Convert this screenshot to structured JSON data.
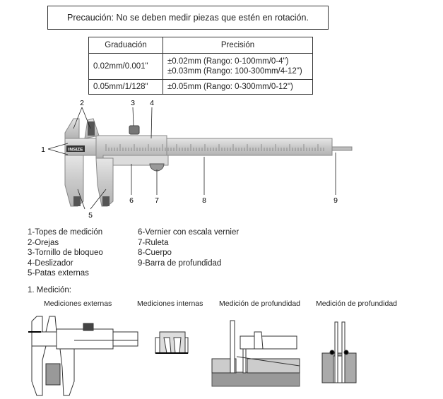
{
  "caution": "Precaución: No se deben medir piezas que estén en rotación.",
  "spec_table": {
    "headers": [
      "Graduación",
      "Precisión"
    ],
    "rows": [
      {
        "graduation": "0.02mm/0.001\"",
        "precision": [
          "±0.02mm (Rango: 0-100mm/0-4\")",
          "±0.03mm (Rango: 100-300mm/4-12\")"
        ]
      },
      {
        "graduation": "0.05mm/1/128\"",
        "precision": [
          "±0.05mm (Rango: 0-300mm/0-12\")"
        ]
      }
    ]
  },
  "callouts": [
    "1",
    "2",
    "3",
    "4",
    "5",
    "6",
    "7",
    "8",
    "9"
  ],
  "caliper_brand": "INSIZE",
  "parts_left": [
    "1-Topes de medición",
    "2-Orejas",
    "3-Tornillo de bloqueo",
    "4-Deslizador",
    "5-Patas externas"
  ],
  "parts_right": [
    "6-Vernier con escala vernier",
    "7-Ruleta",
    "8-Cuerpo",
    "9-Barra de profundidad"
  ],
  "section_title": "1. Medición:",
  "measurement_titles": [
    "Mediciones externas",
    "Mediciones internas",
    "Medición de profundidad",
    "Medición de profundidad"
  ]
}
